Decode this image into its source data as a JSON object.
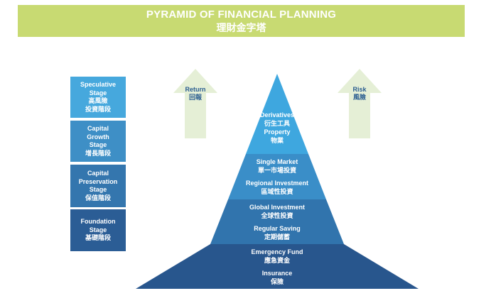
{
  "title": {
    "english": "PYRAMID OF FINANCIAL PLANNING",
    "chinese": "理財金字塔"
  },
  "stages": [
    {
      "label": "Speculative\nStage",
      "cn": "高風險\n投資階段",
      "color": "#46a8dd"
    },
    {
      "label": "Capital\nGrowth\nStage",
      "cn": "增長階段",
      "color": "#3e8fc6"
    },
    {
      "label": "Capital\nPreservation\nStage",
      "cn": "保值階段",
      "color": "#3476ae"
    },
    {
      "label": "Foundation\nStage",
      "cn": "基礎階段",
      "color": "#2b5d95"
    }
  ],
  "arrows": [
    {
      "label": "Return",
      "cn": "回報"
    },
    {
      "label": "Risk",
      "cn": "風險"
    }
  ],
  "arrow_color": "#e5efd6",
  "arrow_text_color": "#2a5d90",
  "pyramid": {
    "levels": [
      {
        "color": "#3ea7df",
        "items": [
          {
            "en": "Derivatives",
            "cn": "衍生工具"
          },
          {
            "en": "Property",
            "cn": "物業"
          }
        ]
      },
      {
        "color": "#3a8ec8",
        "items": [
          {
            "en": "Single Market",
            "cn": "單一市場投資"
          },
          {
            "en": "Regional Investment",
            "cn": "區域性投資"
          }
        ]
      },
      {
        "color": "#3174ad",
        "items": [
          {
            "en": "Global Investment",
            "cn": "全球性投資"
          },
          {
            "en": "Regular Saving",
            "cn": "定期儲蓄"
          }
        ]
      },
      {
        "color": "#28568d",
        "items": [
          {
            "en": "Emergency Fund",
            "cn": "應急資金"
          },
          {
            "en": "Insurance",
            "cn": "保險"
          }
        ]
      }
    ]
  }
}
